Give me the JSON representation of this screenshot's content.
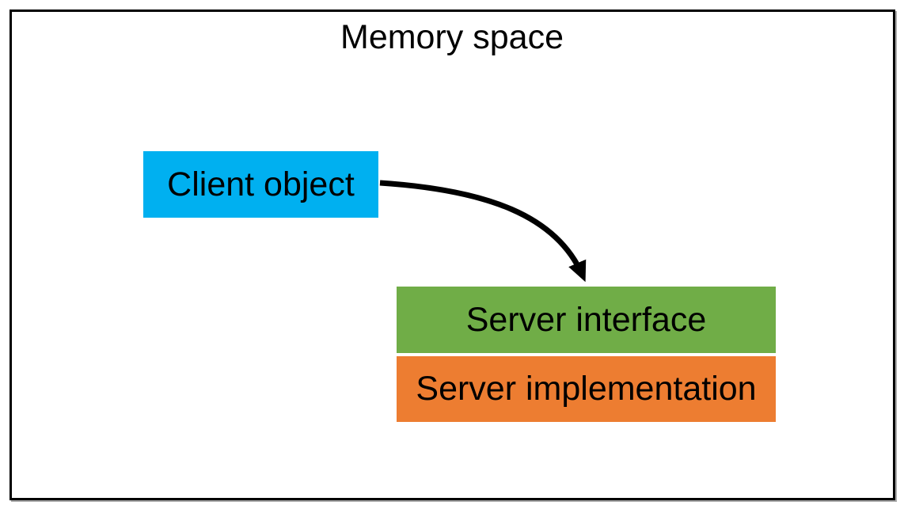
{
  "diagram": {
    "title": "Memory space",
    "text_color": "#000000",
    "frame": {
      "border_color": "#000000"
    },
    "nodes": [
      {
        "id": "client-object",
        "label": "Client object",
        "color": "#00B0F0"
      },
      {
        "id": "server-interface",
        "label": "Server interface",
        "color": "#70AD47"
      },
      {
        "id": "server-implementation",
        "label": "Server implementation",
        "color": "#ED7D31"
      }
    ],
    "edge": {
      "from": "client-object",
      "to": "server-interface",
      "shape": "curved-arrow",
      "color": "#000000"
    }
  }
}
